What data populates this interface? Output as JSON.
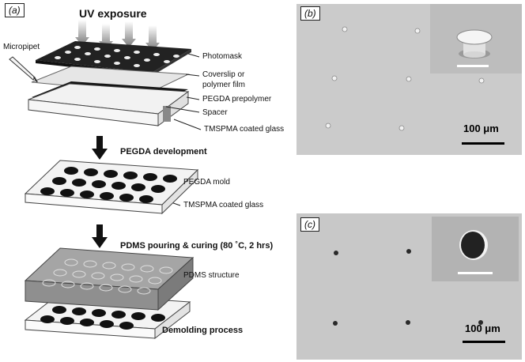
{
  "panel_a": {
    "tag": "(a)",
    "uv_title": "UV exposure",
    "micropipet": "Micropipet",
    "photomask": "Photomask",
    "coverslip_1": "Coverslip or",
    "coverslip_2": "polymer film",
    "prepolymer": "PEGDA prepolymer",
    "spacer": "Spacer",
    "coated_glass_1": "TMSPMA  coated glass",
    "development": "PEGDA development",
    "mold": "PEGDA mold",
    "coated_glass_2": "TMSPMA  coated glass",
    "pouring": "PDMS pouring & curing (80 ˚C, 2 hrs)",
    "structure": "PDMS structure",
    "demolding": "Demolding process"
  },
  "panel_b": {
    "tag": "(b)",
    "scale": "100 μm"
  },
  "panel_c": {
    "tag": "(c)",
    "scale": "100 μm"
  },
  "colors": {
    "sem_bg": "#c9c9c9",
    "dark": "#1a1a1a",
    "pdms": "#8f8f8f"
  }
}
